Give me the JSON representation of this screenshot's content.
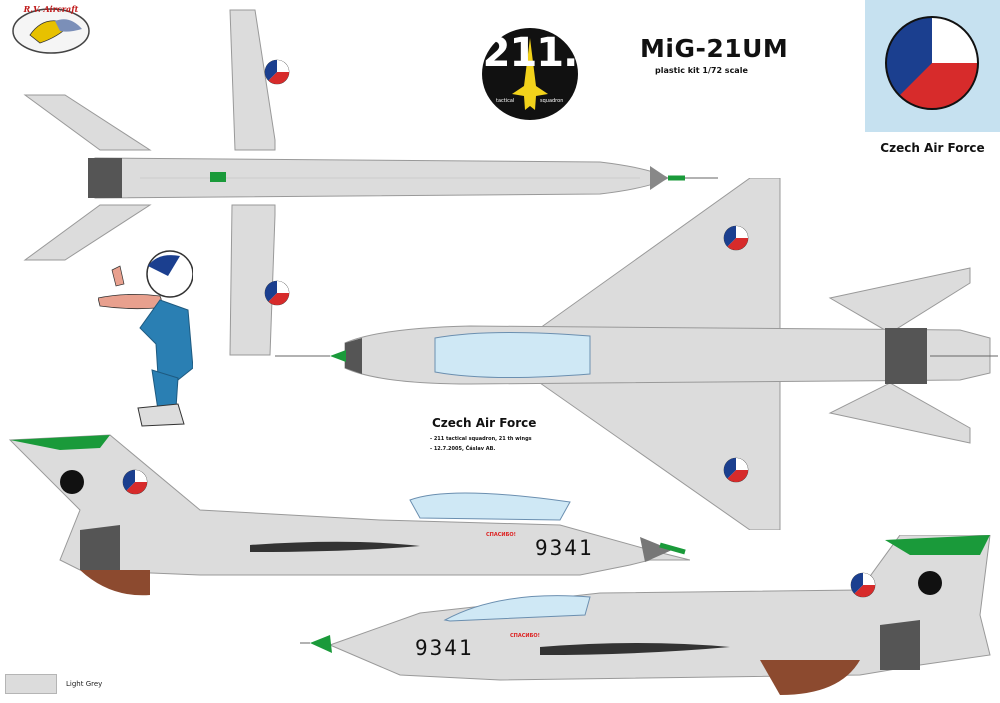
{
  "title": "MiG-21UM",
  "subtitle": "plastic kit 1/72 scale",
  "logo": {
    "text": "R.V. Aircraft",
    "icon": "eagle-head-icon"
  },
  "unit_badge": {
    "number": "211.",
    "line1": "tactical",
    "line2": "squadron",
    "icon": "jet-silhouette-icon"
  },
  "roundel": {
    "caption": "Czech Air Force",
    "icon": "czech-roundel-icon"
  },
  "info": {
    "title": "Czech Air Force",
    "lines": [
      "- 211 tactical squadron, 21 th wings",
      "- 12.7.2005, Čáslav AB."
    ]
  },
  "aircraft": {
    "serial": "9341",
    "nose_text": "СПАСИБО!"
  },
  "mascot": {
    "icon": "pilot-mascot-icon"
  },
  "legend": {
    "swatch_label": "Light Grey",
    "swatch_color": "#dcdcdc"
  },
  "colors": {
    "light_grey": "#dcdcdc",
    "green": "#1a9a3a",
    "radome_grey": "#555555",
    "brown": "#8c4a2f",
    "canopy_blue": "#cfe8f5",
    "roundel_blue": "#1b3f8f",
    "roundel_red": "#d72b2b",
    "roundel_bg": "#c6e1f0",
    "pilot_blue": "#2a7fb3"
  }
}
